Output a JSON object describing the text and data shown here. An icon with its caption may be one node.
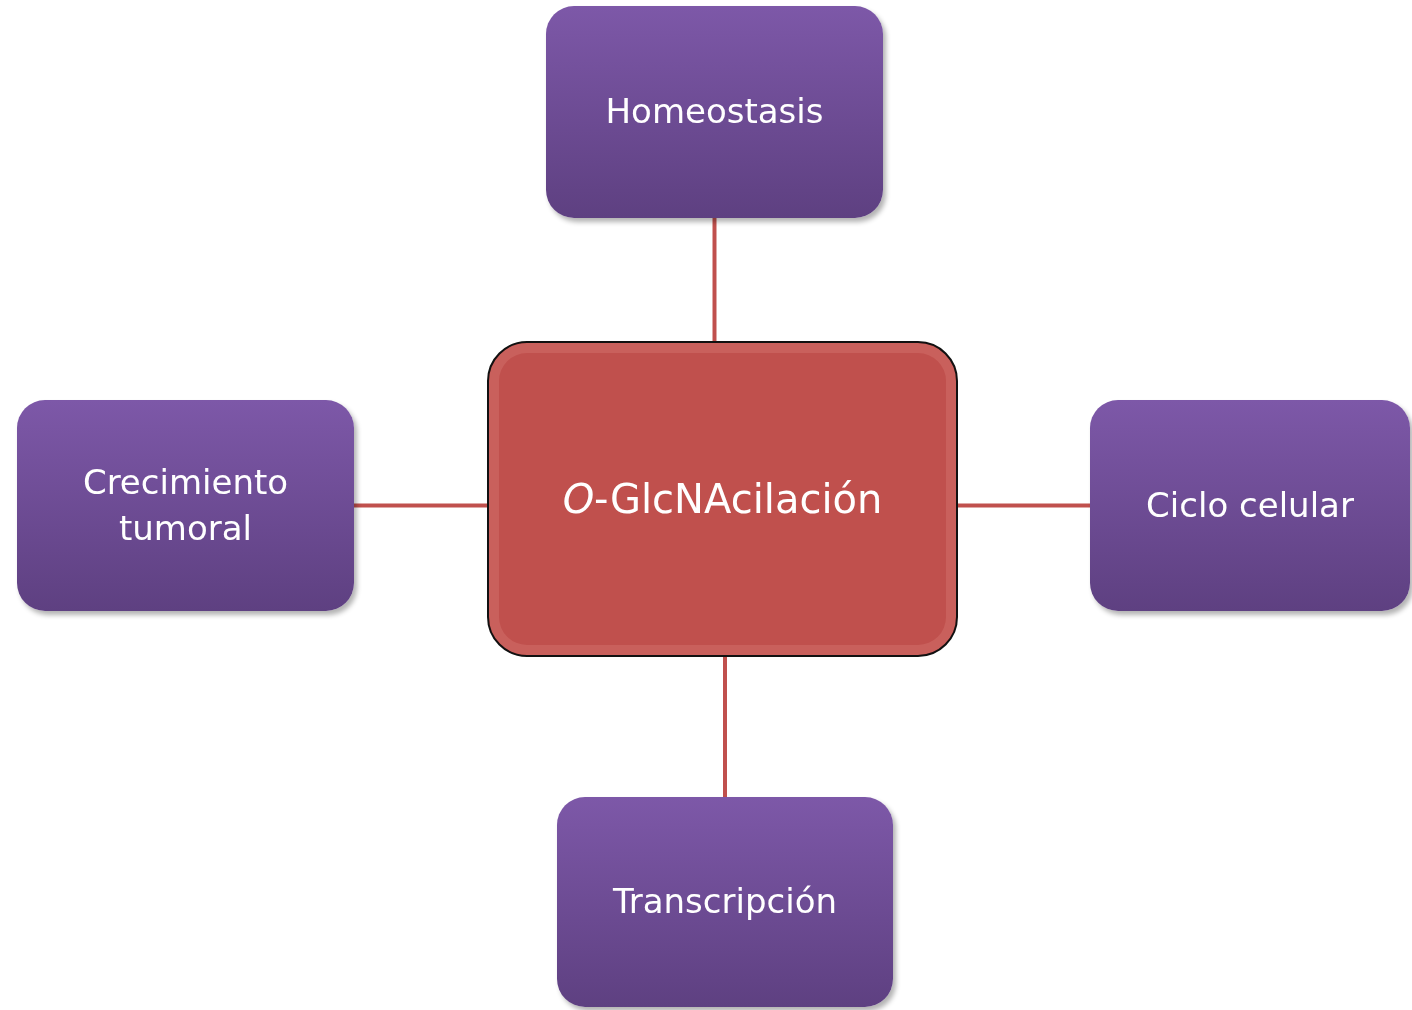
{
  "diagram": {
    "nodes": [
      {
        "text": [
          "Homeostasis"
        ]
      },
      {
        "text": [
          "Crecimiento tumoral"
        ]
      },
      {
        "text": [
          "*O*-GlcNAcilación"
        ]
      },
      {
        "text": [
          "Ciclo celular"
        ]
      },
      {
        "text": [
          "Transcripción"
        ]
      }
    ],
    "edges": [
      {
        "from": 2,
        "to": 0,
        "arrow": "none"
      },
      {
        "from": 2,
        "to": 1,
        "arrow": "none"
      },
      {
        "from": 2,
        "to": 3,
        "arrow": "none"
      },
      {
        "from": 2,
        "to": 4,
        "arrow": "none"
      }
    ]
  }
}
